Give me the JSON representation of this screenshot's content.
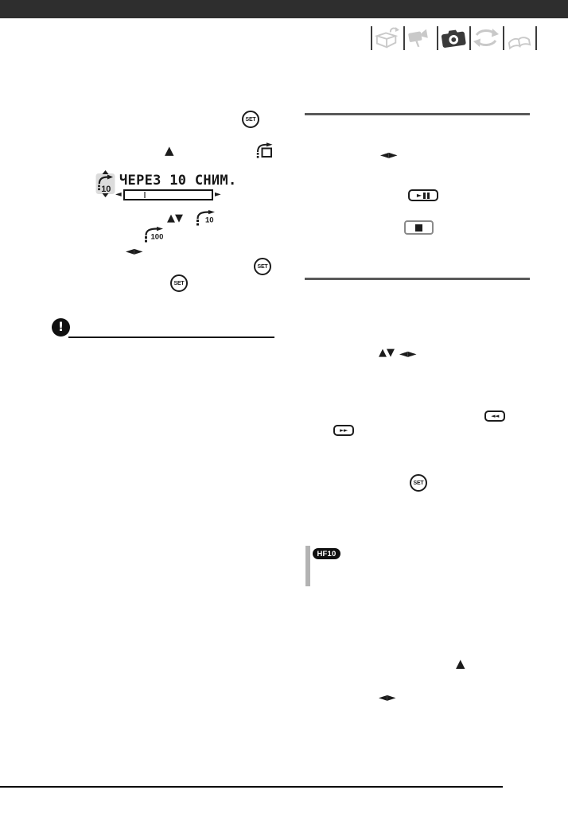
{
  "colors": {
    "top_bar": "#2e2e2e",
    "section_rule": "#5a5a5a",
    "note_rule": "#111111",
    "bottom_rule": "#000000",
    "tab_inactive": "#c9c9c9",
    "tab_active": "#3a3a3a",
    "tab_separator": "#3d3d3d",
    "osd_badge_bg": "#dcdcdc",
    "model_sidebar_bar": "#b3b3b3",
    "model_badge_bg": "#101010"
  },
  "glyphs": {
    "up": "▲",
    "down": "▼",
    "left": "◄",
    "right": "►",
    "up_down": "▲▼",
    "left_right": "◄►",
    "rewind": "◄◄",
    "fast_forward": "►►"
  },
  "header_tabs": {
    "items": [
      {
        "name": "accessories-box",
        "active": false
      },
      {
        "name": "camcorder",
        "active": false
      },
      {
        "name": "photo-camera",
        "active": true
      },
      {
        "name": "sync-arrows",
        "active": false
      },
      {
        "name": "book",
        "active": false
      }
    ]
  },
  "controls": {
    "set_label": "SET",
    "jump_10_label": "10",
    "jump_100_label": "100"
  },
  "osd": {
    "text": "ЧЕРЕЗ 10 СНИМ.",
    "badge_value": "10",
    "slider_marker_pct": 22
  },
  "notes": {
    "important_mark": "!"
  },
  "model_badge": {
    "label": "HF10"
  }
}
